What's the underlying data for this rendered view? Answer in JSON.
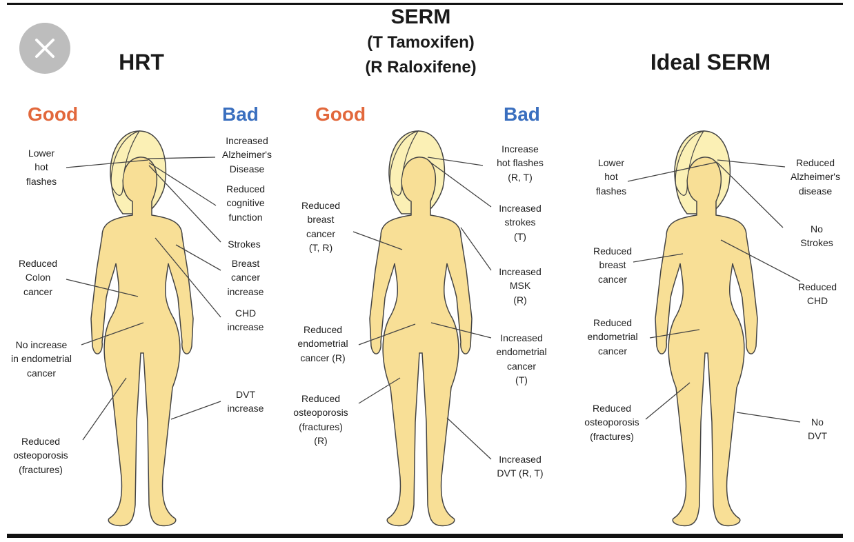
{
  "close_icon": "close-icon",
  "colors": {
    "good": "#e2683c",
    "bad": "#3a6fbf",
    "skin": "#f8df96",
    "hair": "#fbf0b5"
  },
  "titles": {
    "hrt": "HRT",
    "serm": "SERM",
    "serm_sub1": "(T Tamoxifen)",
    "serm_sub2": "(R Raloxifene)",
    "ideal": "Ideal SERM"
  },
  "headers": {
    "good": "Good",
    "bad": "Bad"
  },
  "hrt": {
    "good": [
      "Lower\nhot\nflashes",
      "Reduced\nColon\ncancer",
      "No increase\nin endometrial\ncancer",
      "Reduced\nosteoporosis\n(fractures)"
    ],
    "bad": [
      "Increased\nAlzheimer's\nDisease",
      "Reduced\ncognitive\nfunction",
      "Strokes",
      "Breast\ncancer\nincrease",
      "CHD\nincrease",
      "DVT\nincrease"
    ]
  },
  "serm": {
    "good": [
      "Reduced\nbreast\ncancer\n(T, R)",
      "Reduced\nendometrial\ncancer (R)",
      "Reduced\nosteoporosis\n(fractures)\n(R)"
    ],
    "bad": [
      "Increase\nhot flashes\n(R, T)",
      "Increased\nstrokes\n(T)",
      "Increased\nMSK\n(R)",
      "Increased\nendometrial\ncancer\n(T)",
      "Increased\nDVT (R, T)"
    ]
  },
  "ideal": {
    "good": [
      "Lower\nhot\nflashes",
      "Reduced\nbreast\ncancer",
      "Reduced\nendometrial\ncancer",
      "Reduced\nosteoporosis\n(fractures)"
    ],
    "bad": [
      "Reduced\nAlzheimer's\ndisease",
      "No\nStrokes",
      "Reduced\nCHD",
      "No\nDVT"
    ]
  }
}
